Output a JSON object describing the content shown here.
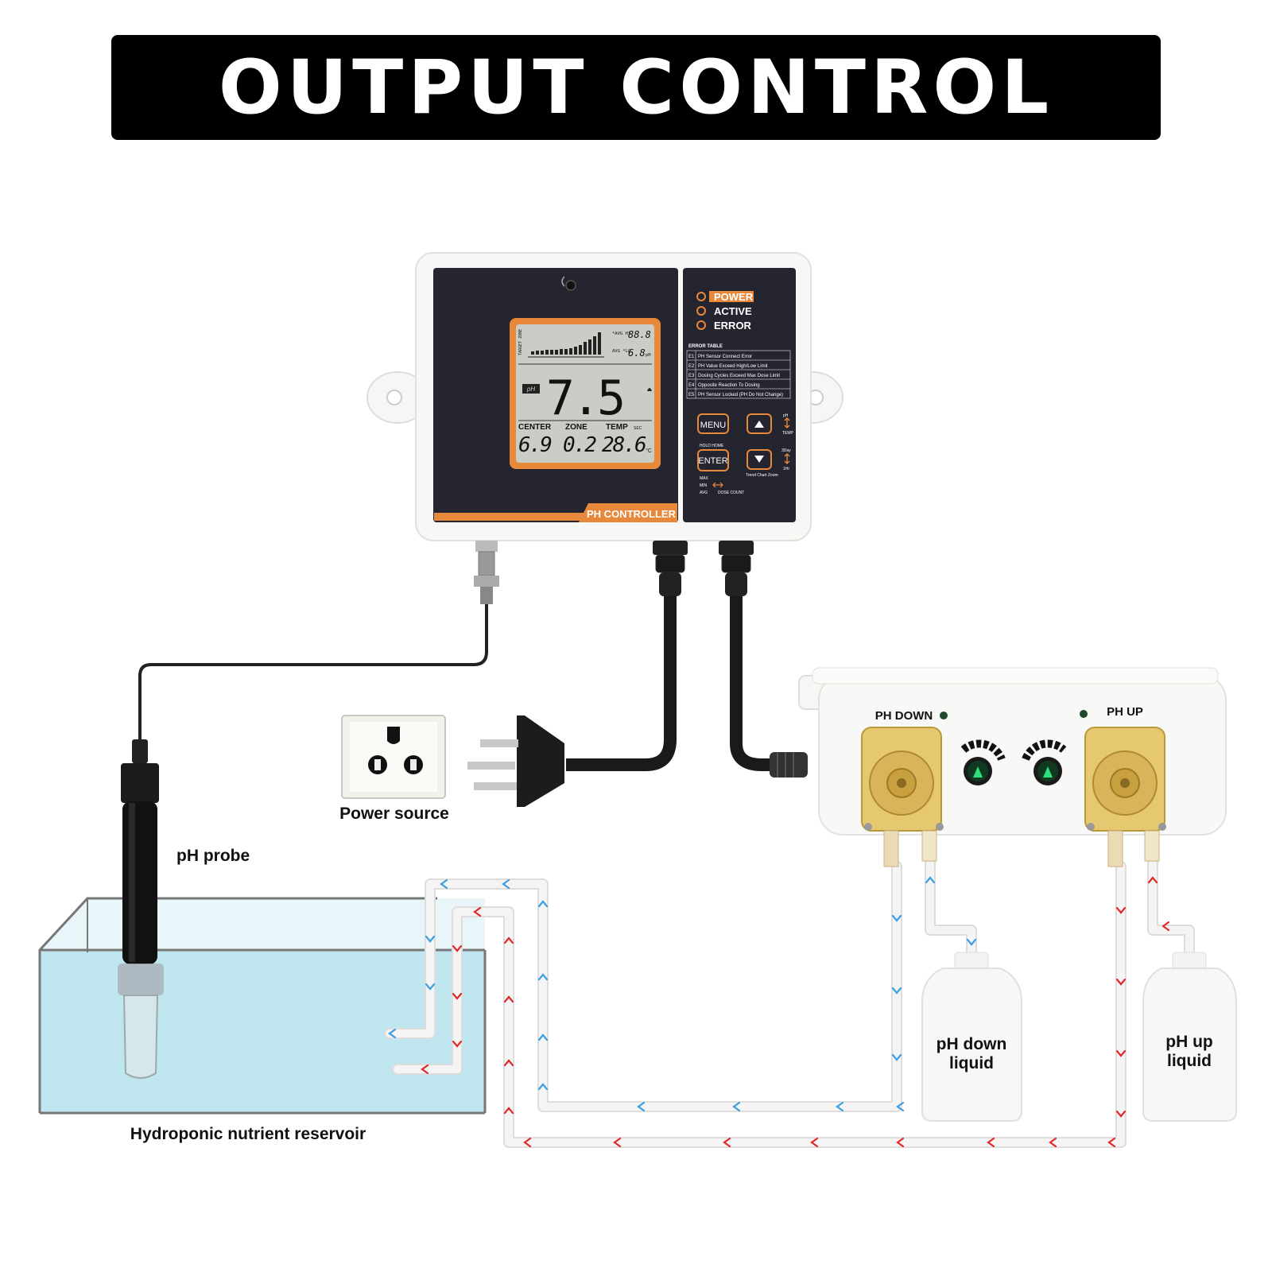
{
  "banner": {
    "title": "OUTPUT CONTROL"
  },
  "controller": {
    "name": "PH CONTROLLER",
    "status_leds": [
      "POWER",
      "ACTIVE",
      "ERROR"
    ],
    "error_table": {
      "title": "ERROR TABLE",
      "rows": [
        {
          "code": "E1",
          "text": "PH Sensor Connect Error"
        },
        {
          "code": "E2",
          "text": "PH Value Exceed High/Low Limit"
        },
        {
          "code": "E3",
          "text": "Dosing Cycles Exceed Max Dose Limit"
        },
        {
          "code": "E4",
          "text": "Opposite Reaction To Dosing"
        },
        {
          "code": "E5",
          "text": "PH Sensor Locked (PH Do Not Change)"
        }
      ]
    },
    "buttons": {
      "menu": "MENU",
      "enter": "ENTER",
      "hold_home": "HOLD HOME",
      "up_side": [
        "pH",
        "TEMP"
      ],
      "down_side": [
        "3Day",
        "1Hr"
      ],
      "trend_zoom": "Trend Chart Zoom",
      "max": "MAX",
      "min": "MIN",
      "avg": "AVG",
      "dose_count": "DOSE COUNT"
    },
    "display": {
      "target_zone": "TARGET ZONE",
      "avg_hi_label": "*AVG HI",
      "avg_hi_value": "88.8",
      "avg_lo_label": "AVG *LO",
      "avg_lo_value": "6.8",
      "avg_lo_unit": "pH",
      "ph_badge": "pH",
      "main_value": "7.5",
      "center_label": "CENTER",
      "center_value": "6.9",
      "zone_label": "ZONE",
      "zone_value": "0.2",
      "temp_label": "TEMP",
      "temp_unit_sec": "SEC",
      "temp_value": "28.6",
      "temp_unit": "°C"
    }
  },
  "pump_unit": {
    "left_label": "PH DOWN",
    "right_label": "PH UP"
  },
  "labels": {
    "power_source": "Power source",
    "ph_probe": "pH probe",
    "reservoir": "Hydroponic nutrient reservoir",
    "ph_down_liquid": [
      "pH down",
      "liquid"
    ],
    "ph_up_liquid": [
      "pH up",
      "liquid"
    ]
  },
  "colors": {
    "banner_bg": "#000000",
    "controller_panel": "#23242e",
    "accent_orange": "#e8883a",
    "lcd_bg": "#c9cdc6",
    "water": "#bfe6ee",
    "flow_blue": "#3aa0e0",
    "flow_red": "#e02a2a",
    "pump_head": "#e6c870"
  }
}
